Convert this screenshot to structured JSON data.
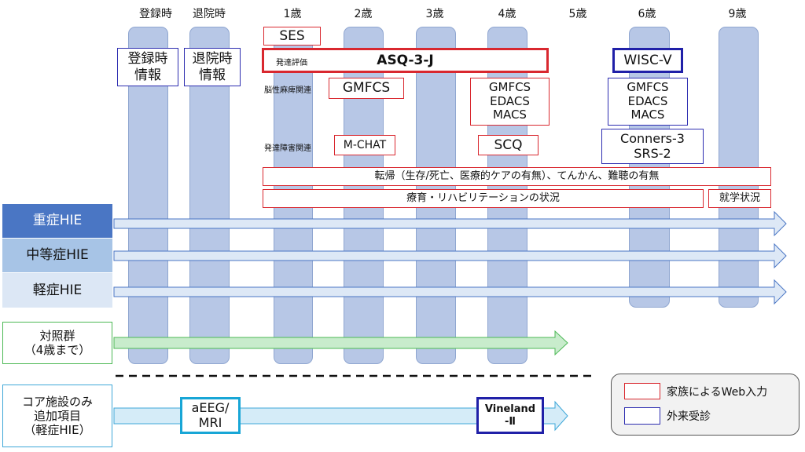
{
  "headers": [
    "登録時",
    "退院時",
    "1歳",
    "2歳",
    "3歳",
    "4歳",
    "5歳",
    "6歳",
    "9歳"
  ],
  "boxes": {
    "registration_info": "登録時\n情報",
    "discharge_info": "退院時\n情報",
    "ses": "SES",
    "dev_eval_label": "発達評価",
    "asq": "ASQ-3-J",
    "wisc": "WISC-V",
    "cp_label": "脳性麻痺関連",
    "gmfcs_2": "GMFCS",
    "cp_4": "GMFCS\nEDACS\nMACS",
    "cp_6": "GMFCS\nEDACS\nMACS",
    "dd_label": "発達障害関連",
    "mchat": "M-CHAT",
    "scq": "SCQ",
    "conners": "Conners-3\nSRS-2",
    "outcome": "転帰（生存/死亡、医療的ケアの有無）、てんかん、難聴の有無",
    "rehab": "療育・リハビリテーションの状況",
    "school": "就学状況",
    "aeeg": "aEEG/\nMRI",
    "vineland": "Vineland\n-Ⅱ"
  },
  "groups": {
    "severe": "重症HIE",
    "moderate": "中等症HIE",
    "mild": "軽症HIE",
    "control": "対照群\n（4歳まで）",
    "core": "コア施設のみ\n追加項目\n（軽症HIE）"
  },
  "legend": {
    "family_web": "家族によるWeb入力",
    "outpatient": "外来受診"
  },
  "colors": {
    "red": "#d9282f",
    "blue": "#2d2db0",
    "column": "#b7c7e6",
    "severe": "#4a76c4",
    "moderate": "#a7c4e6",
    "mild": "#dce7f5",
    "arrow": "#dde8f6",
    "control_arrow": "#c8eccc",
    "aeeg_border": "#18a6d6"
  }
}
